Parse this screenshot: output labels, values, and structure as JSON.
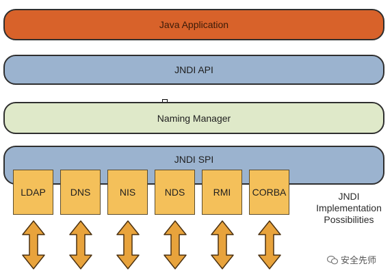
{
  "layers": {
    "java_application": "Java Application",
    "jndi_api": "JNDI API",
    "naming_manager": "Naming Manager",
    "jndi_spi": "JNDI SPI"
  },
  "providers": [
    "LDAP",
    "DNS",
    "NIS",
    "NDS",
    "RMI",
    "CORBA"
  ],
  "implementation_note": [
    "JNDI",
    "Implementation",
    "Possibilities"
  ],
  "watermark": "安全先师",
  "colors": {
    "java_application": "#d8622a",
    "jndi_api": "#9bb3cf",
    "naming_manager": "#dfe9c9",
    "jndi_spi": "#9bb3cf",
    "provider": "#f4c05a",
    "arrow": "#e8a33c"
  }
}
